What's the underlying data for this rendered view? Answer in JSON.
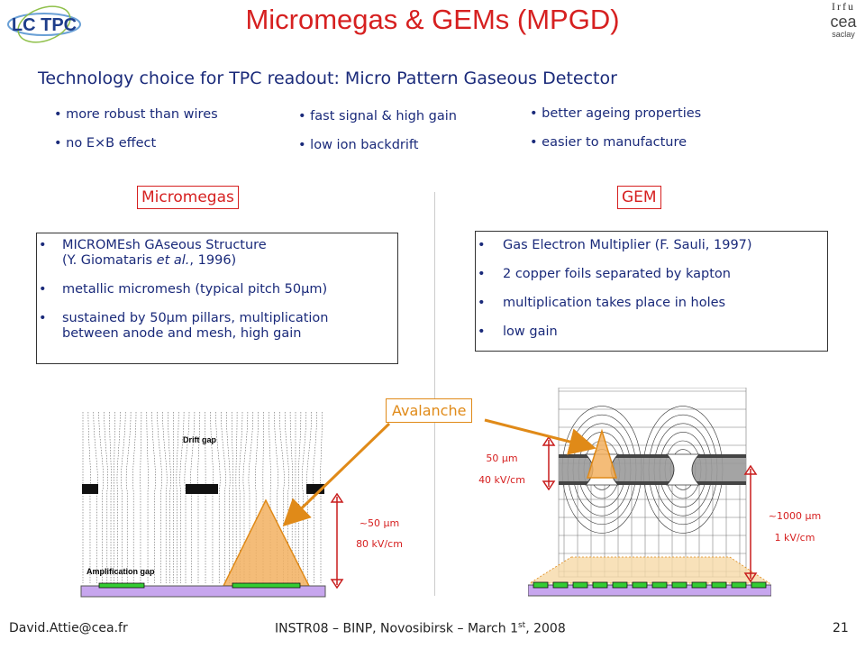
{
  "slide": {
    "title": "Micromegas & GEMs (MPGD)",
    "logo_left": "LC TPC",
    "logo_right_lines": [
      "Irfu",
      "cea",
      "saclay"
    ]
  },
  "intro": {
    "prefix": "Technology choice for TPC readout: ",
    "m": "M",
    "icro": "icro ",
    "p": "P",
    "attern": "attern ",
    "g": "G",
    "aseous": "aseous ",
    "d": "D",
    "etector": "etector",
    "bullets_col1": [
      "more robust than wires",
      "no E×B effect"
    ],
    "bullets_col2": [
      "fast signal & high gain",
      "low ion backdrift"
    ],
    "bullets_col3": [
      "better ageing properties",
      "easier to manufacture"
    ]
  },
  "micromegas": {
    "label": "Micromegas",
    "b1_line1": "MICROMEsh GAseous Structure",
    "b1_line2a": "(Y. Giomataris ",
    "b1_line2b": "et al.",
    "b1_line2c": ", 1996)",
    "b2": "metallic micromesh (typical pitch 50µm)",
    "b3_line1": "sustained by 50µm pillars, multiplication",
    "b3_line2": "between anode and mesh, high gain",
    "fig_drift": "Drift gap",
    "fig_amp": "Amplification gap",
    "ann_gap": "~50 µm",
    "ann_field": "80 kV/cm"
  },
  "gem": {
    "label": "GEM",
    "bullets": [
      "Gas Electron Multiplier (F. Sauli, 1997)",
      "2 copper foils separated by kapton",
      "multiplication takes place in holes",
      "low gain"
    ],
    "ann_hole": "50 µm",
    "ann_hole_field": "40 kV/cm",
    "ann_gap": "~1000 µm",
    "ann_field": "1 kV/cm"
  },
  "avalanche": "Avalanche",
  "footer": {
    "email": "David.Attie@cea.fr",
    "conf_a": "INSTR08 – BINP, Novosibirsk – March 1",
    "conf_sup": "st",
    "conf_b": ", 2008",
    "page": "21"
  },
  "colors": {
    "title": "#d62020",
    "text": "#1a2a7a",
    "avalanche": "#e08a18",
    "anode": "#33cc33",
    "pcb": "#c7a6ee"
  }
}
